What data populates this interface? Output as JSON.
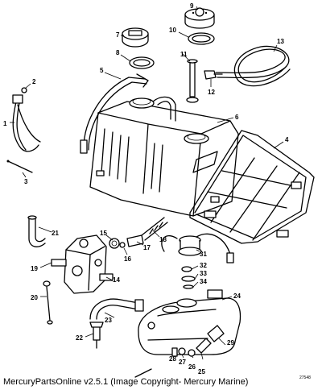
{
  "callouts": [
    {
      "id": "c1",
      "label": "1"
    },
    {
      "id": "c2",
      "label": "2"
    },
    {
      "id": "c3",
      "label": "3"
    },
    {
      "id": "c4",
      "label": "4"
    },
    {
      "id": "c5",
      "label": "5"
    },
    {
      "id": "c6",
      "label": "6"
    },
    {
      "id": "c7",
      "label": "7"
    },
    {
      "id": "c8",
      "label": "8"
    },
    {
      "id": "c9",
      "label": "9"
    },
    {
      "id": "c10",
      "label": "10"
    },
    {
      "id": "c11",
      "label": "11"
    },
    {
      "id": "c12",
      "label": "12"
    },
    {
      "id": "c13",
      "label": "13"
    },
    {
      "id": "c14",
      "label": "14"
    },
    {
      "id": "c15",
      "label": "15"
    },
    {
      "id": "c16",
      "label": "16"
    },
    {
      "id": "c17",
      "label": "17"
    },
    {
      "id": "c18",
      "label": "18"
    },
    {
      "id": "c19",
      "label": "19"
    },
    {
      "id": "c20",
      "label": "20"
    },
    {
      "id": "c21",
      "label": "21"
    },
    {
      "id": "c22",
      "label": "22"
    },
    {
      "id": "c23",
      "label": "23"
    },
    {
      "id": "c24",
      "label": "24"
    },
    {
      "id": "c25",
      "label": "25"
    },
    {
      "id": "c26",
      "label": "26"
    },
    {
      "id": "c27",
      "label": "27"
    },
    {
      "id": "c28",
      "label": "28"
    },
    {
      "id": "c29",
      "label": "29"
    },
    {
      "id": "c31",
      "label": "31"
    },
    {
      "id": "c32",
      "label": "32"
    },
    {
      "id": "c33",
      "label": "33"
    },
    {
      "id": "c34",
      "label": "34"
    }
  ],
  "caption": "MercuryPartsOnline v2.5.1 (Image Copyright- Mercury Marine)",
  "drawing_number": "27548"
}
